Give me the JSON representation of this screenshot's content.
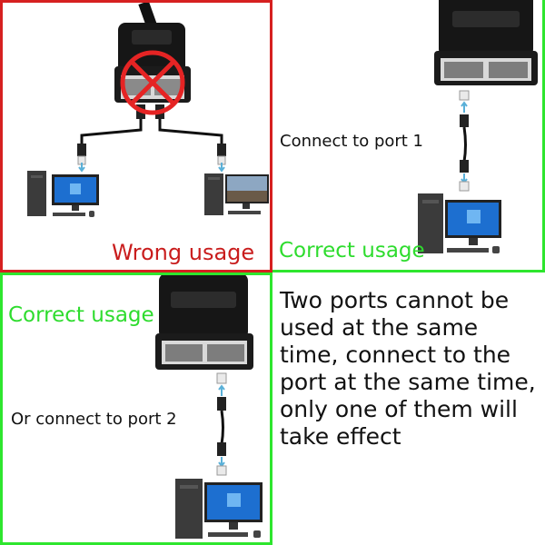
{
  "panels": {
    "wrong": {
      "label": "Wrong usage"
    },
    "port1": {
      "label": "Correct usage",
      "instruction": "Connect to port 1"
    },
    "port2": {
      "label": "Correct usage",
      "instruction": "Or connect to port 2"
    }
  },
  "note": "Two ports cannot be used at the same time, connect to the port at the same time, only one of them will take effect",
  "colors": {
    "wrong": "#d62020",
    "correct": "#2ee62e",
    "arrow": "#5ab0d8"
  },
  "icons": [
    "ethernet-splitter-icon",
    "prohibited-icon",
    "rj45-plug-icon",
    "desktop-computer-icon",
    "arrow-icon"
  ]
}
